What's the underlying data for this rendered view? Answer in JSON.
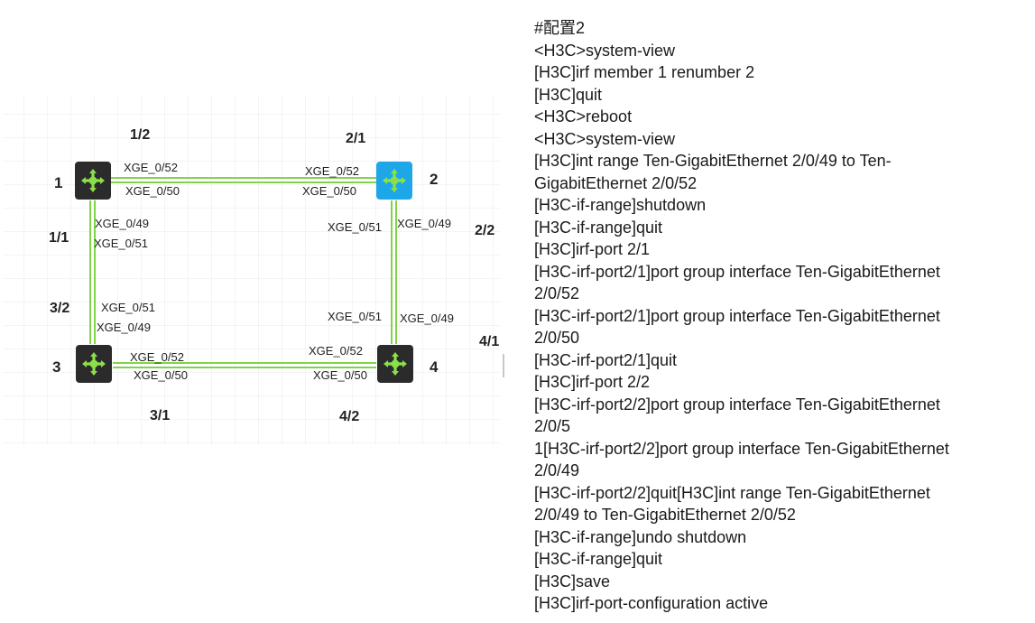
{
  "topology": {
    "nodes": [
      {
        "id": "1",
        "label": "1",
        "color": "#2b2b2b"
      },
      {
        "id": "2",
        "label": "2",
        "color": "#1ea7e8"
      },
      {
        "id": "3",
        "label": "3",
        "color": "#2b2b2b"
      },
      {
        "id": "4",
        "label": "4",
        "color": "#2b2b2b"
      }
    ],
    "irf_ports": [
      "1/2",
      "2/1",
      "1/1",
      "2/2",
      "3/2",
      "4/1",
      "3/1",
      "4/2"
    ],
    "port_labels": {
      "top_l_upper": "XGE_0/52",
      "top_l_lower": "XGE_0/50",
      "top_r_upper": "XGE_0/52",
      "top_r_lower": "XGE_0/50",
      "left_t_upper": "XGE_0/49",
      "left_t_lower": "XGE_0/51",
      "left_b_upper": "XGE_0/51",
      "left_b_lower": "XGE_0/49",
      "right_t_left": "XGE_0/51",
      "right_t_right": "XGE_0/49",
      "right_b_left": "XGE_0/51",
      "right_b_right": "XGE_0/49",
      "bot_l_upper": "XGE_0/52",
      "bot_l_lower": "XGE_0/50",
      "bot_r_upper": "XGE_0/52",
      "bot_r_lower": "XGE_0/50"
    },
    "link_color": "#7fd44a",
    "arrow_color": "#8be04a"
  },
  "config": {
    "lines": [
      "#配置2",
      "<H3C>system-view",
      "[H3C]irf member 1 renumber 2",
      "[H3C]quit",
      "<H3C>reboot",
      "<H3C>system-view",
      "[H3C]int range Ten-GigabitEthernet 2/0/49 to Ten-",
      "GigabitEthernet 2/0/52",
      "[H3C-if-range]shutdown",
      "[H3C-if-range]quit",
      "[H3C]irf-port 2/1",
      "[H3C-irf-port2/1]port group interface Ten-GigabitEthernet",
      "2/0/52",
      "[H3C-irf-port2/1]port group interface Ten-GigabitEthernet",
      "2/0/50",
      "[H3C-irf-port2/1]quit",
      "[H3C]irf-port 2/2",
      "[H3C-irf-port2/2]port group interface Ten-GigabitEthernet",
      "2/0/5",
      "1[H3C-irf-port2/2]port group interface Ten-GigabitEthernet",
      "2/0/49",
      "[H3C-irf-port2/2]quit[H3C]int range Ten-GigabitEthernet",
      "2/0/49 to Ten-GigabitEthernet 2/0/52",
      "[H3C-if-range]undo shutdown",
      "[H3C-if-range]quit",
      "[H3C]save",
      "[H3C]irf-port-configuration active"
    ]
  }
}
